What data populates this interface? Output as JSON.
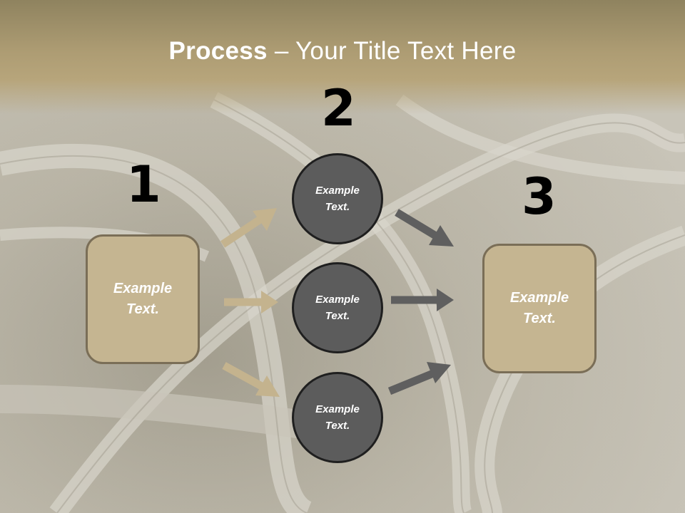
{
  "slide": {
    "title_bold": "Process",
    "title_rest": " – Your Title Text Here"
  },
  "steps": {
    "num1": "1",
    "num2": "2",
    "num3": "3"
  },
  "boxes": {
    "left": "Example Text.",
    "right": "Example Text."
  },
  "circles": [
    {
      "label": "Example Text."
    },
    {
      "label": "Example Text."
    },
    {
      "label": "Example Text."
    }
  ],
  "colors": {
    "title_band": "#ad9c73",
    "box_fill": "#c5b591",
    "circle_fill": "#5c5c5c",
    "arrow_tan": "#c4b38e",
    "arrow_gray": "#5f5f5f"
  }
}
